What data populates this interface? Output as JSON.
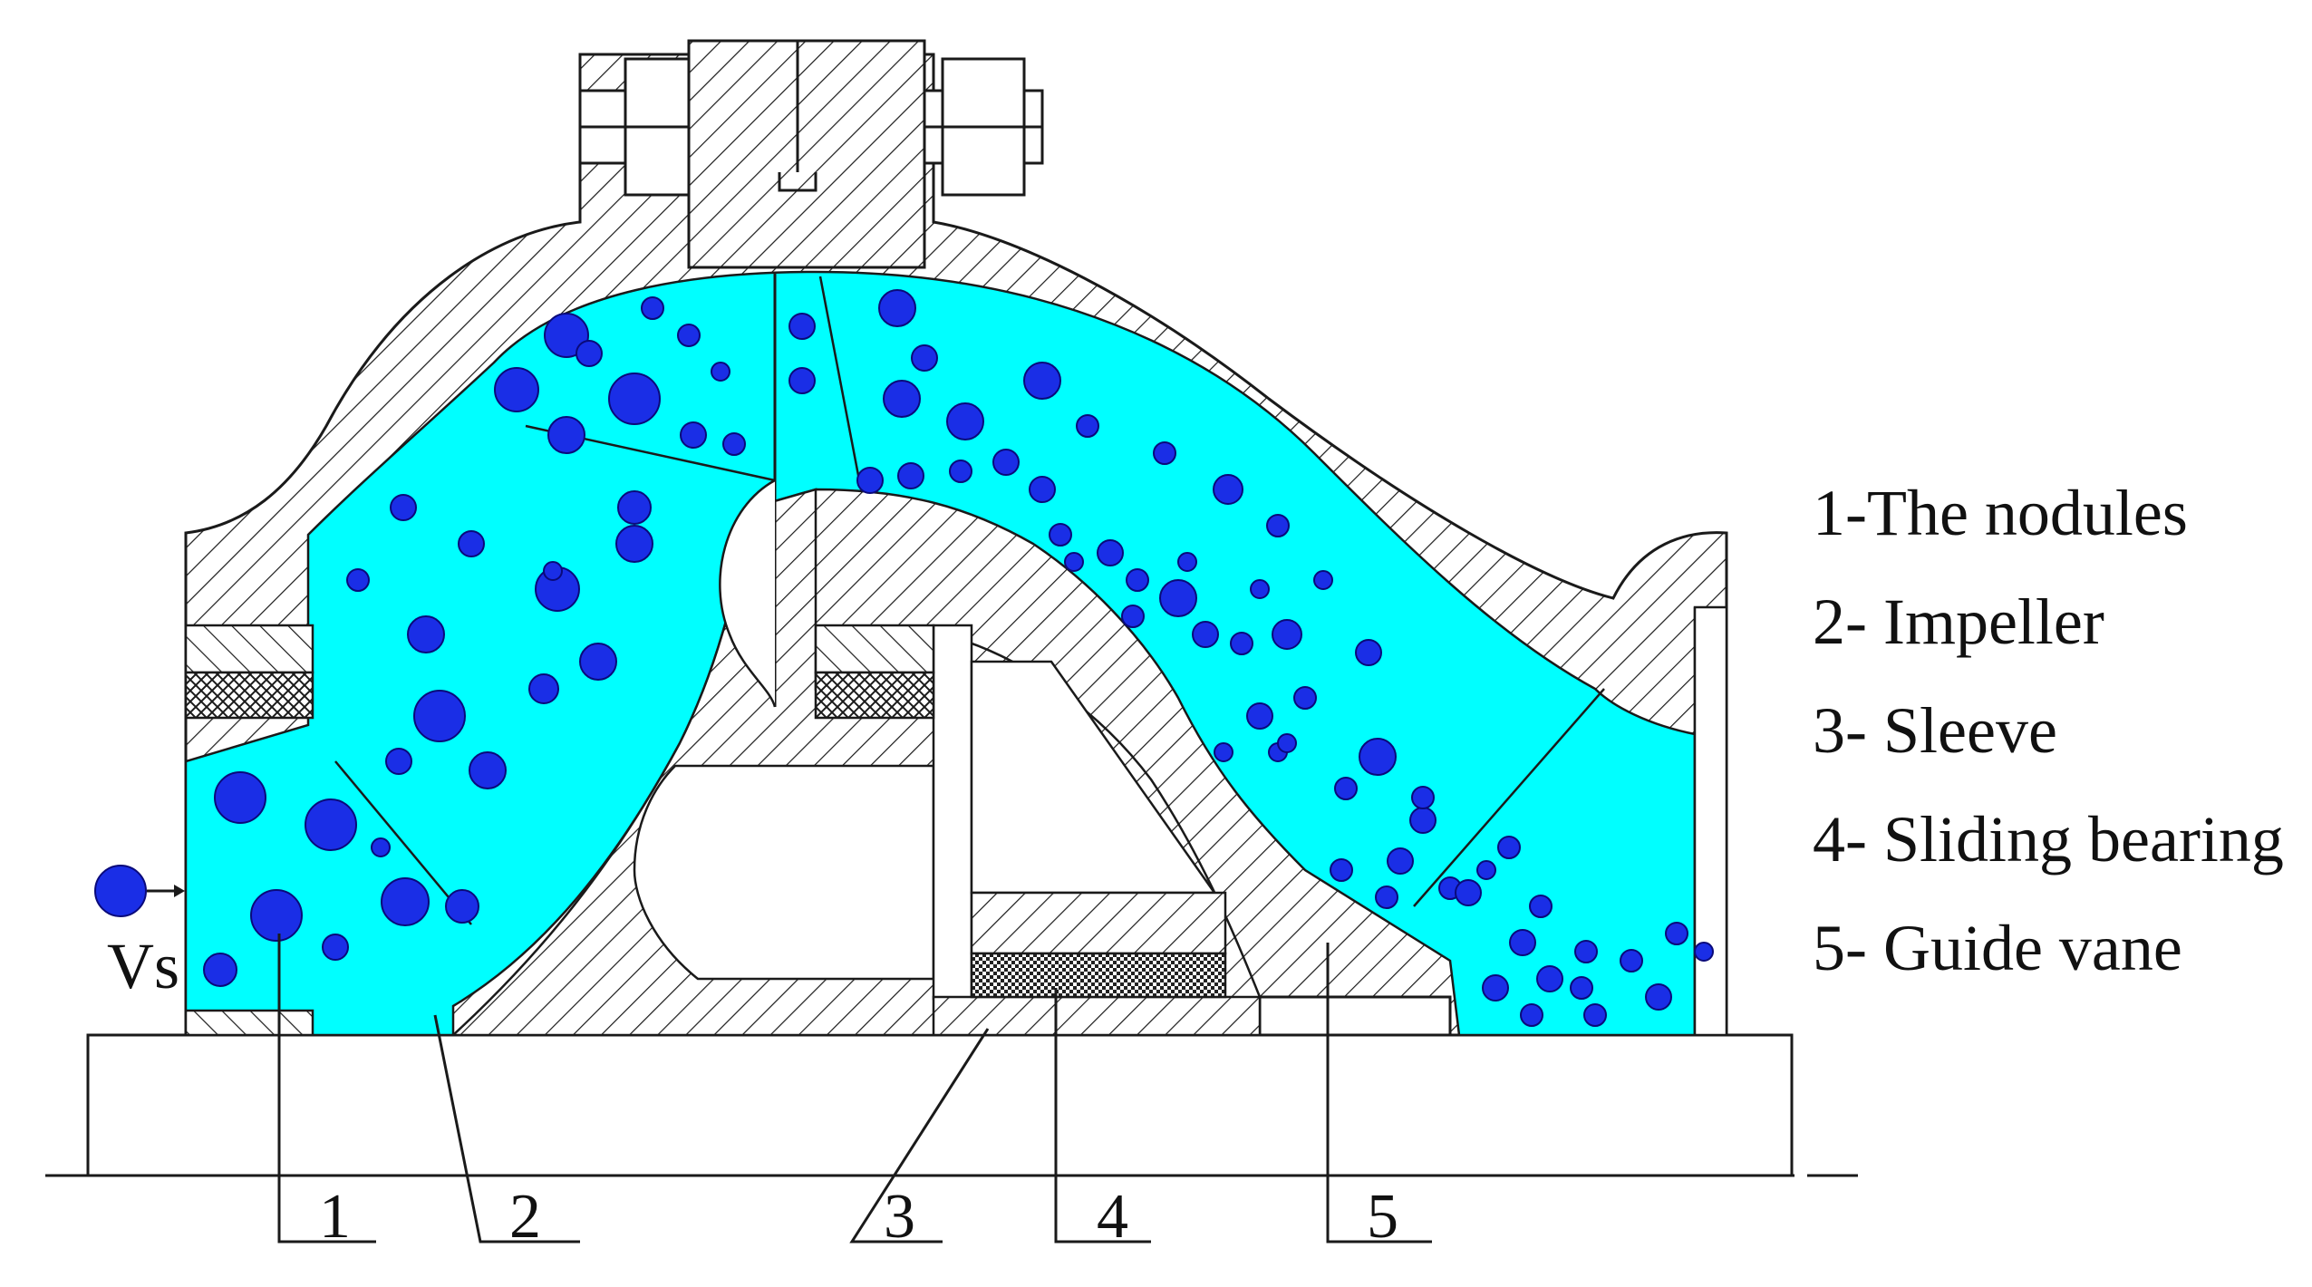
{
  "legend": [
    {
      "label": "1-The nodules"
    },
    {
      "label": "2- Impeller"
    },
    {
      "label": "3- Sleeve"
    },
    {
      "label": "4- Sliding bearing"
    },
    {
      "label": "5- Guide vane"
    }
  ],
  "callouts": [
    "1",
    "2",
    "3",
    "4",
    "5"
  ],
  "inlet_label": "Vs",
  "colors": {
    "fluid": "#00ffff",
    "nodule": "#1a2ee6",
    "nodule_stroke": "#0a0a7a",
    "line": "#1a1a1a",
    "background": "#ffffff"
  },
  "icons": {
    "nodule": "filled-circle",
    "flow_arrow": "right-arrow"
  }
}
